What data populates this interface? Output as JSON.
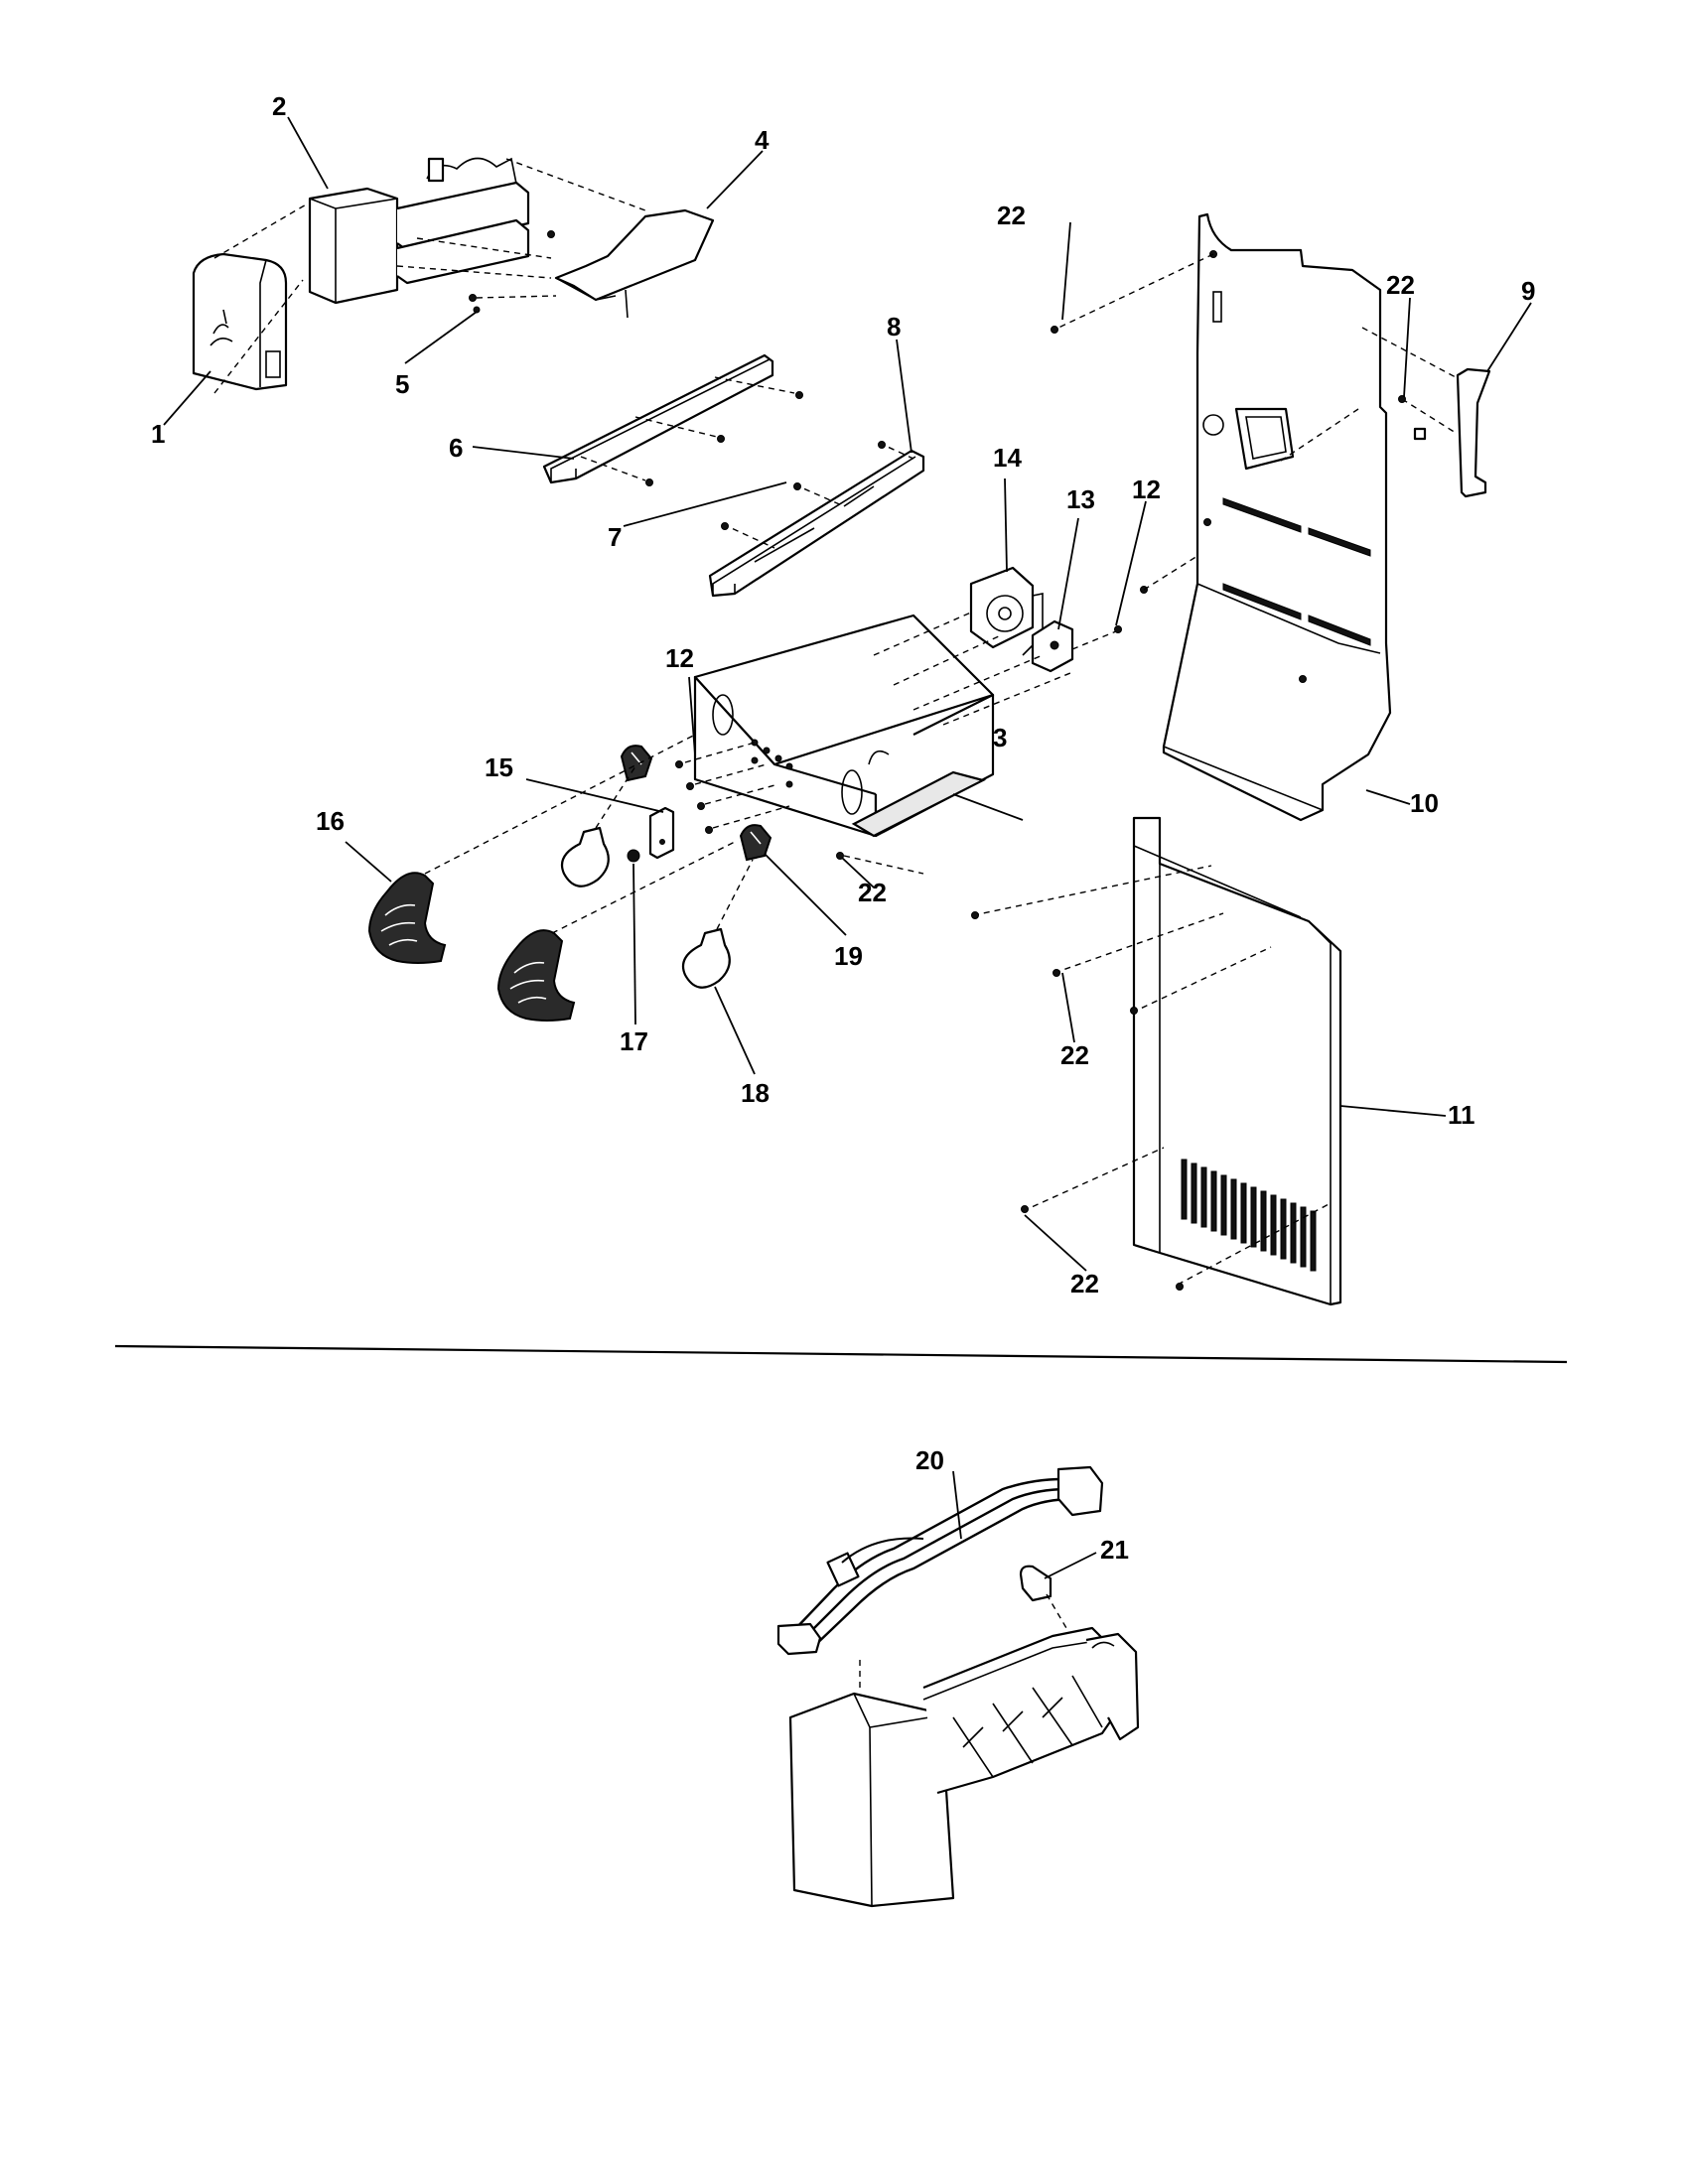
{
  "callouts": {
    "c1": "1",
    "c2": "2",
    "c3": "3",
    "c4": "4",
    "c5": "5",
    "c6": "6",
    "c7": "7",
    "c8": "8",
    "c9": "9",
    "c10": "10",
    "c11": "11",
    "c12a": "12",
    "c12b": "12",
    "c13": "13",
    "c14": "14",
    "c15": "15",
    "c16": "16",
    "c17": "17",
    "c18": "18",
    "c19": "19",
    "c20": "20",
    "c21": "21",
    "c22a": "22",
    "c22b": "22",
    "c22c": "22",
    "c22d": "22",
    "c22e": "22"
  }
}
